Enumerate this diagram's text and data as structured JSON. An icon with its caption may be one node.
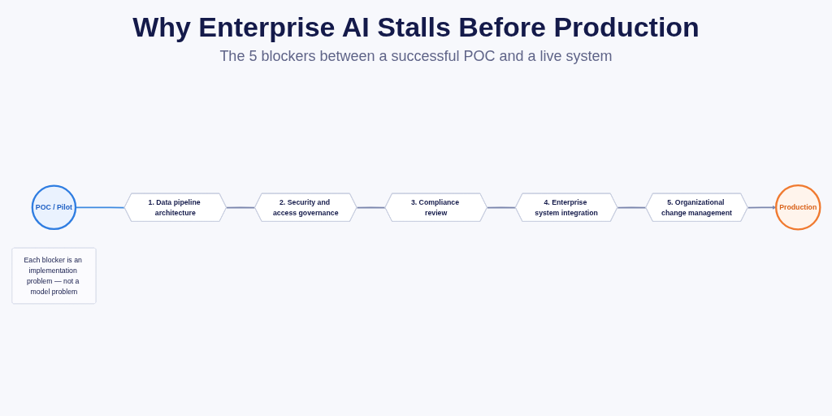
{
  "diagram": {
    "title": "Why Enterprise AI Stalls Before Production",
    "nodes": [
      {
        "text": [
          "POC / Pilot"
        ]
      },
      {
        "text": [
          "1. Data pipeline architecture"
        ]
      },
      {
        "text": [
          "2. Security and access governance"
        ]
      },
      {
        "text": [
          "3. Compliance review"
        ]
      },
      {
        "text": [
          "4. Enterprise system integration"
        ]
      },
      {
        "text": [
          "5. Organizational change management"
        ]
      },
      {
        "text": [
          "Production"
        ]
      },
      {
        "text": [
          "Each blocker is an implementation problem — not a model problem"
        ]
      }
    ],
    "edges": [
      {
        "from": 0,
        "to": 1,
        "arrow": "none",
        "color": "#3d8ae0"
      },
      {
        "from": 1,
        "to": 2,
        "arrow": "none"
      },
      {
        "from": 2,
        "to": 3,
        "arrow": "none"
      },
      {
        "from": 3,
        "to": 4,
        "arrow": "none"
      },
      {
        "from": 4,
        "to": 5,
        "arrow": "none"
      },
      {
        "from": 5,
        "to": 6,
        "arrow": "to"
      }
    ],
    "labels": [
      "The 5 blockers between a successful POC and a live system"
    ]
  }
}
